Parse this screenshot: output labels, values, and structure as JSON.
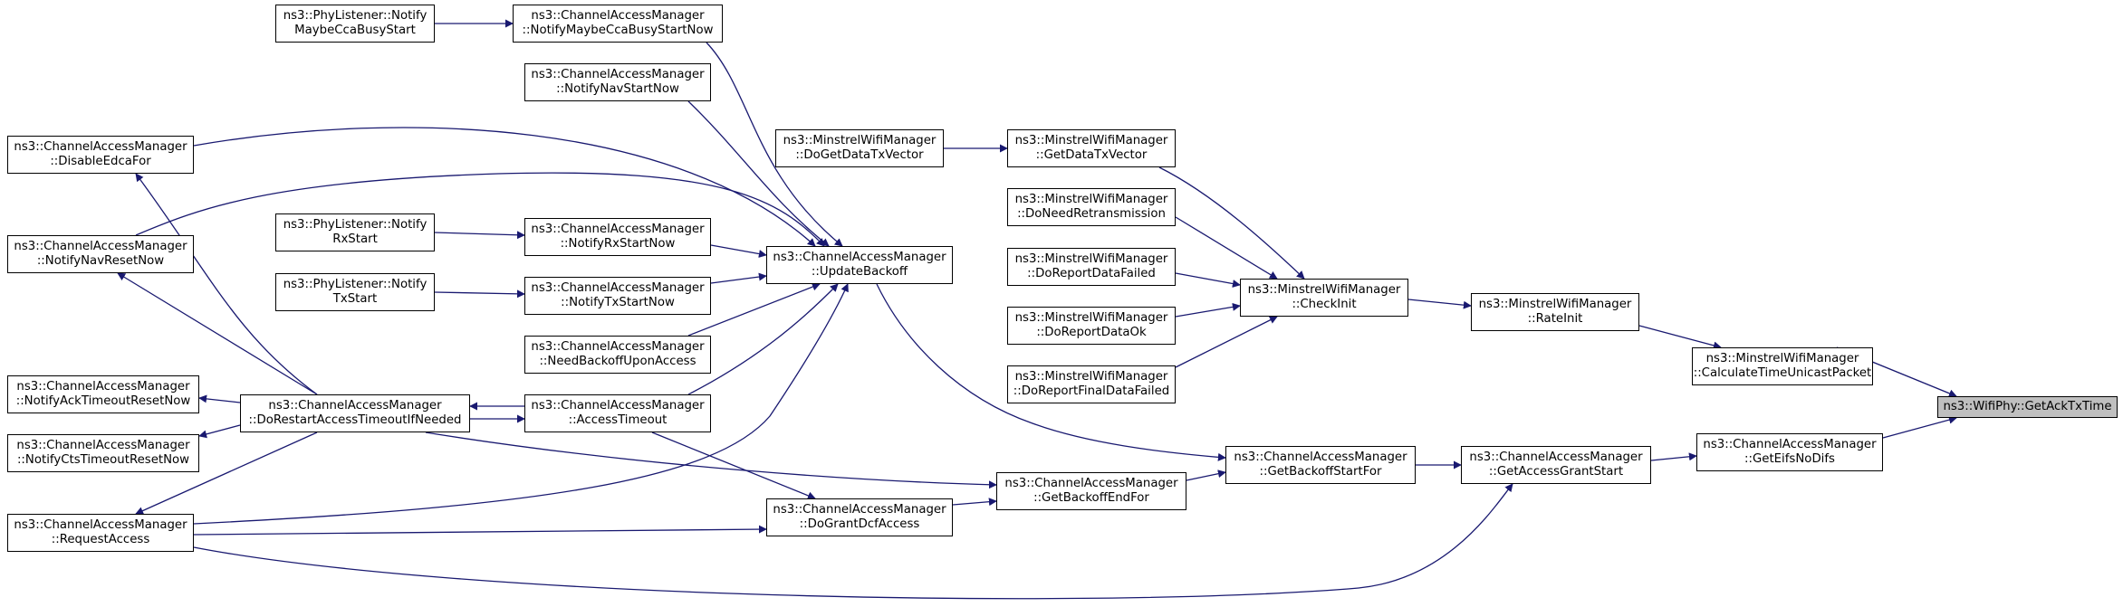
{
  "graph": {
    "edge_color": "#191970",
    "focus_fill": "#bfbfbf",
    "nodes": [
      {
        "id": "getacktxtime",
        "lines": [
          "ns3::WifiPhy::GetAckTxTime"
        ],
        "focus": true
      },
      {
        "id": "calctimeunicast",
        "lines": [
          "ns3::MinstrelWifiManager",
          "::CalculateTimeUnicastPacket"
        ]
      },
      {
        "id": "geteifsnodifs",
        "lines": [
          "ns3::ChannelAccessManager",
          "::GetEifsNoDifs"
        ]
      },
      {
        "id": "rateinit",
        "lines": [
          "ns3::MinstrelWifiManager",
          "::RateInit"
        ]
      },
      {
        "id": "getaccessgrantstart",
        "lines": [
          "ns3::ChannelAccessManager",
          "::GetAccessGrantStart"
        ]
      },
      {
        "id": "checkinit",
        "lines": [
          "ns3::MinstrelWifiManager",
          "::CheckInit"
        ]
      },
      {
        "id": "getbackoffstartfor",
        "lines": [
          "ns3::ChannelAccessManager",
          "::GetBackoffStartFor"
        ]
      },
      {
        "id": "getdatatxvector",
        "lines": [
          "ns3::MinstrelWifiManager",
          "::GetDataTxVector"
        ]
      },
      {
        "id": "doneedretrans",
        "lines": [
          "ns3::MinstrelWifiManager",
          "::DoNeedRetransmission"
        ]
      },
      {
        "id": "doreportdatafailed",
        "lines": [
          "ns3::MinstrelWifiManager",
          "::DoReportDataFailed"
        ]
      },
      {
        "id": "doreportdataok",
        "lines": [
          "ns3::MinstrelWifiManager",
          "::DoReportDataOk"
        ]
      },
      {
        "id": "doreportfinaldatafailed",
        "lines": [
          "ns3::MinstrelWifiManager",
          "::DoReportFinalDataFailed"
        ]
      },
      {
        "id": "getbackoffendfor",
        "lines": [
          "ns3::ChannelAccessManager",
          "::GetBackoffEndFor"
        ]
      },
      {
        "id": "dogetdatatxvector",
        "lines": [
          "ns3::MinstrelWifiManager",
          "::DoGetDataTxVector"
        ]
      },
      {
        "id": "updatebackoff",
        "lines": [
          "ns3::ChannelAccessManager",
          "::UpdateBackoff"
        ]
      },
      {
        "id": "dograntdcfaccess",
        "lines": [
          "ns3::ChannelAccessManager",
          "::DoGrantDcfAccess"
        ]
      },
      {
        "id": "notifymaybeccabusystartnow",
        "lines": [
          "ns3::ChannelAccessManager",
          "::NotifyMaybeCcaBusyStartNow"
        ]
      },
      {
        "id": "notifynavstartnow",
        "lines": [
          "ns3::ChannelAccessManager",
          "::NotifyNavStartNow"
        ]
      },
      {
        "id": "notifyrxstartnow",
        "lines": [
          "ns3::ChannelAccessManager",
          "::NotifyRxStartNow"
        ]
      },
      {
        "id": "notifytxstartnow",
        "lines": [
          "ns3::ChannelAccessManager",
          "::NotifyTxStartNow"
        ]
      },
      {
        "id": "needbackoffuponaccess",
        "lines": [
          "ns3::ChannelAccessManager",
          "::NeedBackoffUponAccess"
        ]
      },
      {
        "id": "accesstimeout",
        "lines": [
          "ns3::ChannelAccessManager",
          "::AccessTimeout"
        ]
      },
      {
        "id": "phymaybeccabusystart",
        "lines": [
          "ns3::PhyListener::Notify",
          "MaybeCcaBusyStart"
        ]
      },
      {
        "id": "phyrxstart",
        "lines": [
          "ns3::PhyListener::Notify",
          "RxStart"
        ]
      },
      {
        "id": "phytxstart",
        "lines": [
          "ns3::PhyListener::Notify",
          "TxStart"
        ]
      },
      {
        "id": "dorestartaccesstimeout",
        "lines": [
          "ns3::ChannelAccessManager",
          "::DoRestartAccessTimeoutIfNeeded"
        ]
      },
      {
        "id": "disableedcafor",
        "lines": [
          "ns3::ChannelAccessManager",
          "::DisableEdcaFor"
        ]
      },
      {
        "id": "notifynavresetnow",
        "lines": [
          "ns3::ChannelAccessManager",
          "::NotifyNavResetNow"
        ]
      },
      {
        "id": "notifyacktimeoutresetnow",
        "lines": [
          "ns3::ChannelAccessManager",
          "::NotifyAckTimeoutResetNow"
        ]
      },
      {
        "id": "notifyctstimeoutresetnow",
        "lines": [
          "ns3::ChannelAccessManager",
          "::NotifyCtsTimeoutResetNow"
        ]
      },
      {
        "id": "requestaccess",
        "lines": [
          "ns3::ChannelAccessManager",
          "::RequestAccess"
        ]
      }
    ]
  }
}
